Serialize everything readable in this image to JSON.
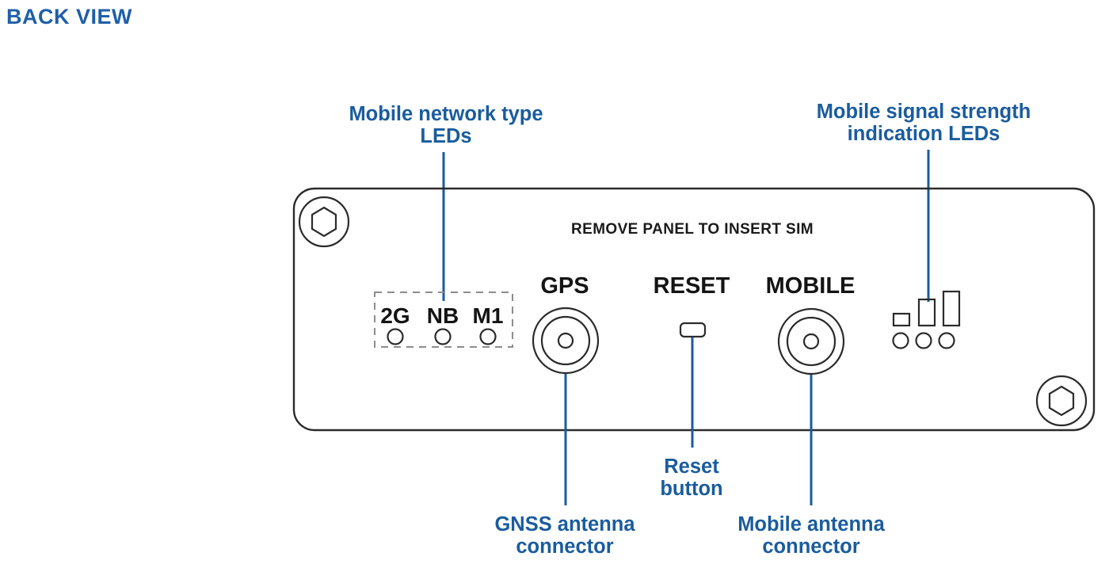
{
  "page": {
    "section_title": "BACK VIEW",
    "background_color": "#ffffff",
    "accent_blue": "#1a5c9e",
    "outline_color": "#2b2b2b",
    "dash_color": "#8c8c8c"
  },
  "callouts": {
    "network_type_leds": {
      "line1": "Mobile network type",
      "line2": "LEDs"
    },
    "signal_strength_leds": {
      "line1": "Mobile signal strength",
      "line2": "indication LEDs"
    },
    "gnss_antenna": {
      "line1": "GNSS  antenna",
      "line2": "connector"
    },
    "reset_button": {
      "line1": "Reset",
      "line2": "button"
    },
    "mobile_antenna": {
      "line1": "Mobile antenna",
      "line2": "connector"
    }
  },
  "panel": {
    "header_text": "REMOVE PANEL TO INSERT SIM",
    "screws": [
      {
        "name": "top-left-screw"
      },
      {
        "name": "bottom-right-screw"
      }
    ],
    "network_leds": {
      "labels": [
        "2G",
        "NB",
        "M1"
      ],
      "count": 3
    },
    "ports": [
      {
        "label": "GPS",
        "type": "coaxial-connector"
      },
      {
        "label": "RESET",
        "type": "recessed-button"
      },
      {
        "label": "MOBILE",
        "type": "coaxial-connector"
      }
    ],
    "signal_leds": {
      "bar_count": 3,
      "led_count": 3
    }
  }
}
